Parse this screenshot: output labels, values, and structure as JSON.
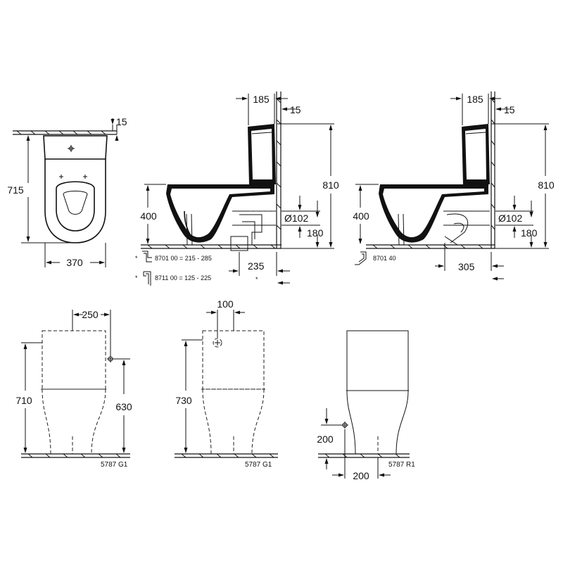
{
  "view_top": {
    "wall_offset": "15",
    "depth": "715",
    "width": "370"
  },
  "view_side_left": {
    "tank_depth": "185",
    "wall_gap": "15",
    "height_total": "810",
    "seat_height": "400",
    "pipe_diameter": "Ø102",
    "pipe_height": "180",
    "outlet_distance": "235",
    "note_1_marker": "*",
    "note_1_text": "8701 00 = 215 - 285",
    "note_2_marker": "*",
    "note_2_text": "8711 00 = 125 - 225",
    "note_star": "*"
  },
  "view_side_right": {
    "tank_depth": "185",
    "wall_gap": "15",
    "height_total": "810",
    "seat_height": "400",
    "pipe_diameter": "Ø102",
    "pipe_height": "180",
    "outlet_distance": "305",
    "note_text": "8701 40"
  },
  "view_front_1": {
    "inlet_offset": "250",
    "height_total": "710",
    "inlet_height": "630",
    "model_code": "5787 G1"
  },
  "view_front_2": {
    "inlet_offset": "100",
    "height_total": "730",
    "model_code": "5787 G1"
  },
  "view_front_3": {
    "inlet_height": "200",
    "inlet_width": "200",
    "model_code": "5787 R1"
  }
}
